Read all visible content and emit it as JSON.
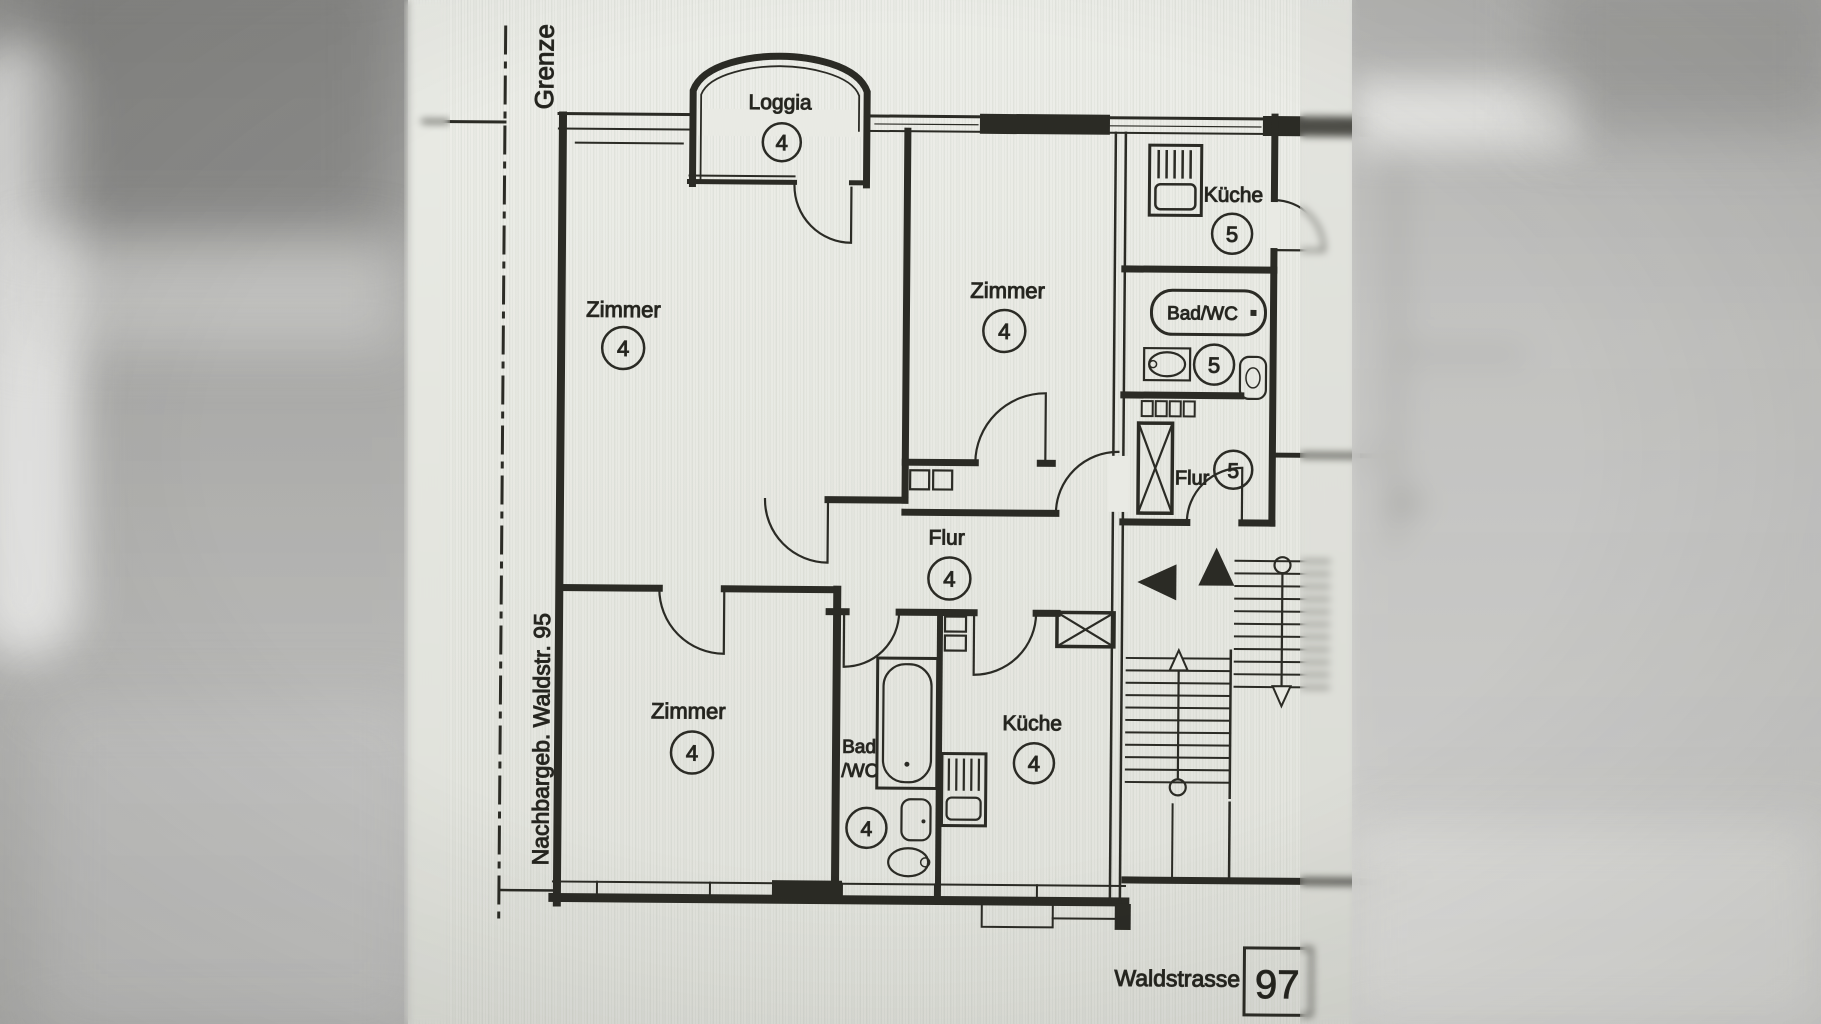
{
  "site": {
    "boundary_label": "Grenze",
    "neighbor_building_label": "Nachbargeb. Waldstr. 95",
    "street_label": "Waldstrasse",
    "house_number": "97"
  },
  "rooms": {
    "loggia": {
      "label": "Loggia",
      "number": "4"
    },
    "zimmer_nw": {
      "label": "Zimmer",
      "number": "4"
    },
    "zimmer_n": {
      "label": "Zimmer",
      "number": "4"
    },
    "kueche_5": {
      "label": "Küche",
      "number": "5"
    },
    "bad_wc_5": {
      "label": "Bad/WC",
      "number": "5"
    },
    "flur_5": {
      "label": "Flur",
      "number": "5"
    },
    "flur_4": {
      "label": "Flur",
      "number": "4"
    },
    "zimmer_sw": {
      "label": "Zimmer",
      "number": "4"
    },
    "bad_wc_4": {
      "label_line1": "Bad",
      "label_line2": "/WC",
      "number": "4"
    },
    "kueche_4": {
      "label": "Küche",
      "number": "4"
    }
  }
}
